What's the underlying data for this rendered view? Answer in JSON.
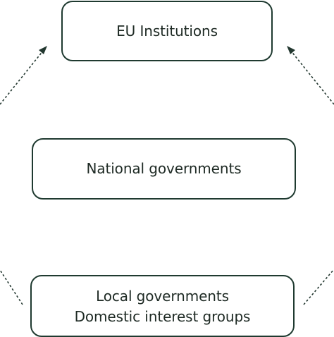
{
  "nodes": {
    "eu": {
      "label": "EU Institutions"
    },
    "national": {
      "label": "National governments"
    },
    "local": {
      "line1": "Local governments",
      "line2": "Domestic interest groups"
    }
  },
  "edges": [
    {
      "from": "local",
      "to": "eu",
      "style": "dashed",
      "arrow": "end",
      "side": "left"
    },
    {
      "from": "local",
      "to": "eu",
      "style": "dashed",
      "arrow": "end",
      "side": "right"
    }
  ],
  "colors": {
    "stroke": "#1f3a30",
    "text": "#1e2a24",
    "background": "#ffffff"
  }
}
